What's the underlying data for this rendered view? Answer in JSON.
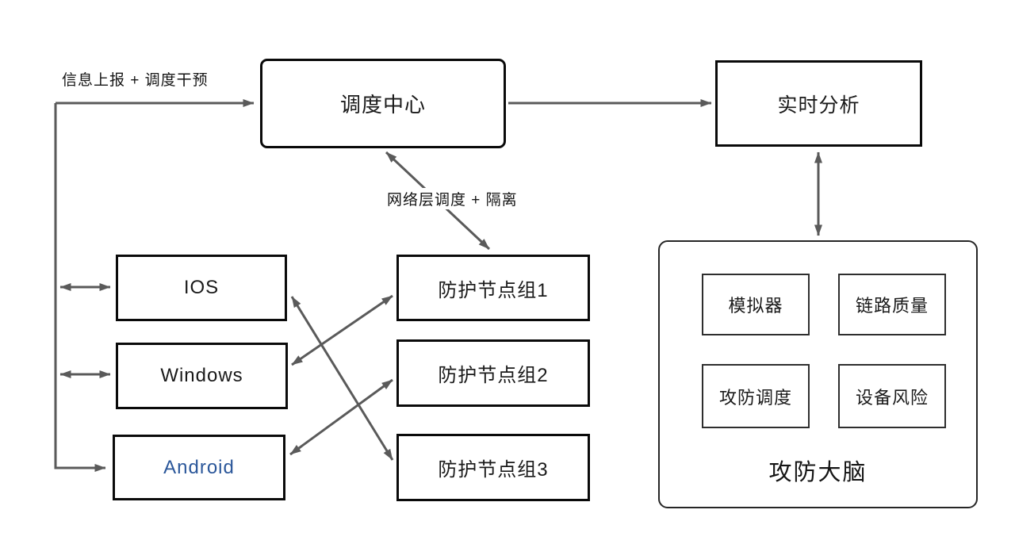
{
  "diagram": {
    "background": "#ffffff",
    "colors": {
      "edge_line": "#5a5a5a",
      "node_border": "#0a0a0a",
      "text": "#1a1a1a",
      "android_text": "#2b579a"
    },
    "nodes": {
      "dispatch_center": {
        "label": "调度中心"
      },
      "realtime_analysis": {
        "label": "实时分析"
      },
      "ios": {
        "label": "IOS"
      },
      "windows": {
        "label": "Windows"
      },
      "android": {
        "label": "Android"
      },
      "group1": {
        "label": "防护节点组1"
      },
      "group2": {
        "label": "防护节点组2"
      },
      "group3": {
        "label": "防护节点组3"
      },
      "brain": {
        "label": "攻防大脑"
      },
      "simulator": {
        "label": "模拟器"
      },
      "link_quality": {
        "label": "链路质量"
      },
      "attack_defense_scheduling": {
        "label": "攻防调度"
      },
      "device_risk": {
        "label": "设备风险"
      }
    },
    "edge_labels": {
      "info_report": "信息上报 + 调度干预",
      "network_scheduling": "网络层调度 + 隔离"
    },
    "edges": [
      {
        "from": "clients-trunk",
        "to": "dispatch_center",
        "label": "信息上报 + 调度干预",
        "arrows": "end"
      },
      {
        "from": "dispatch_center",
        "to": "realtime_analysis",
        "arrows": "end"
      },
      {
        "from": "realtime_analysis",
        "to": "brain",
        "arrows": "both"
      },
      {
        "from": "dispatch_center",
        "to": "group1",
        "label": "网络层调度 + 隔离",
        "arrows": "both"
      },
      {
        "from": "clients-trunk",
        "to": "ios",
        "arrows": "both"
      },
      {
        "from": "clients-trunk",
        "to": "windows",
        "arrows": "both"
      },
      {
        "from": "clients-trunk",
        "to": "android",
        "arrows": "end"
      },
      {
        "from": "ios",
        "to": "group3",
        "arrows": "both"
      },
      {
        "from": "windows",
        "to": "group1",
        "arrows": "both"
      },
      {
        "from": "android",
        "to": "group2",
        "arrows": "both"
      }
    ]
  }
}
